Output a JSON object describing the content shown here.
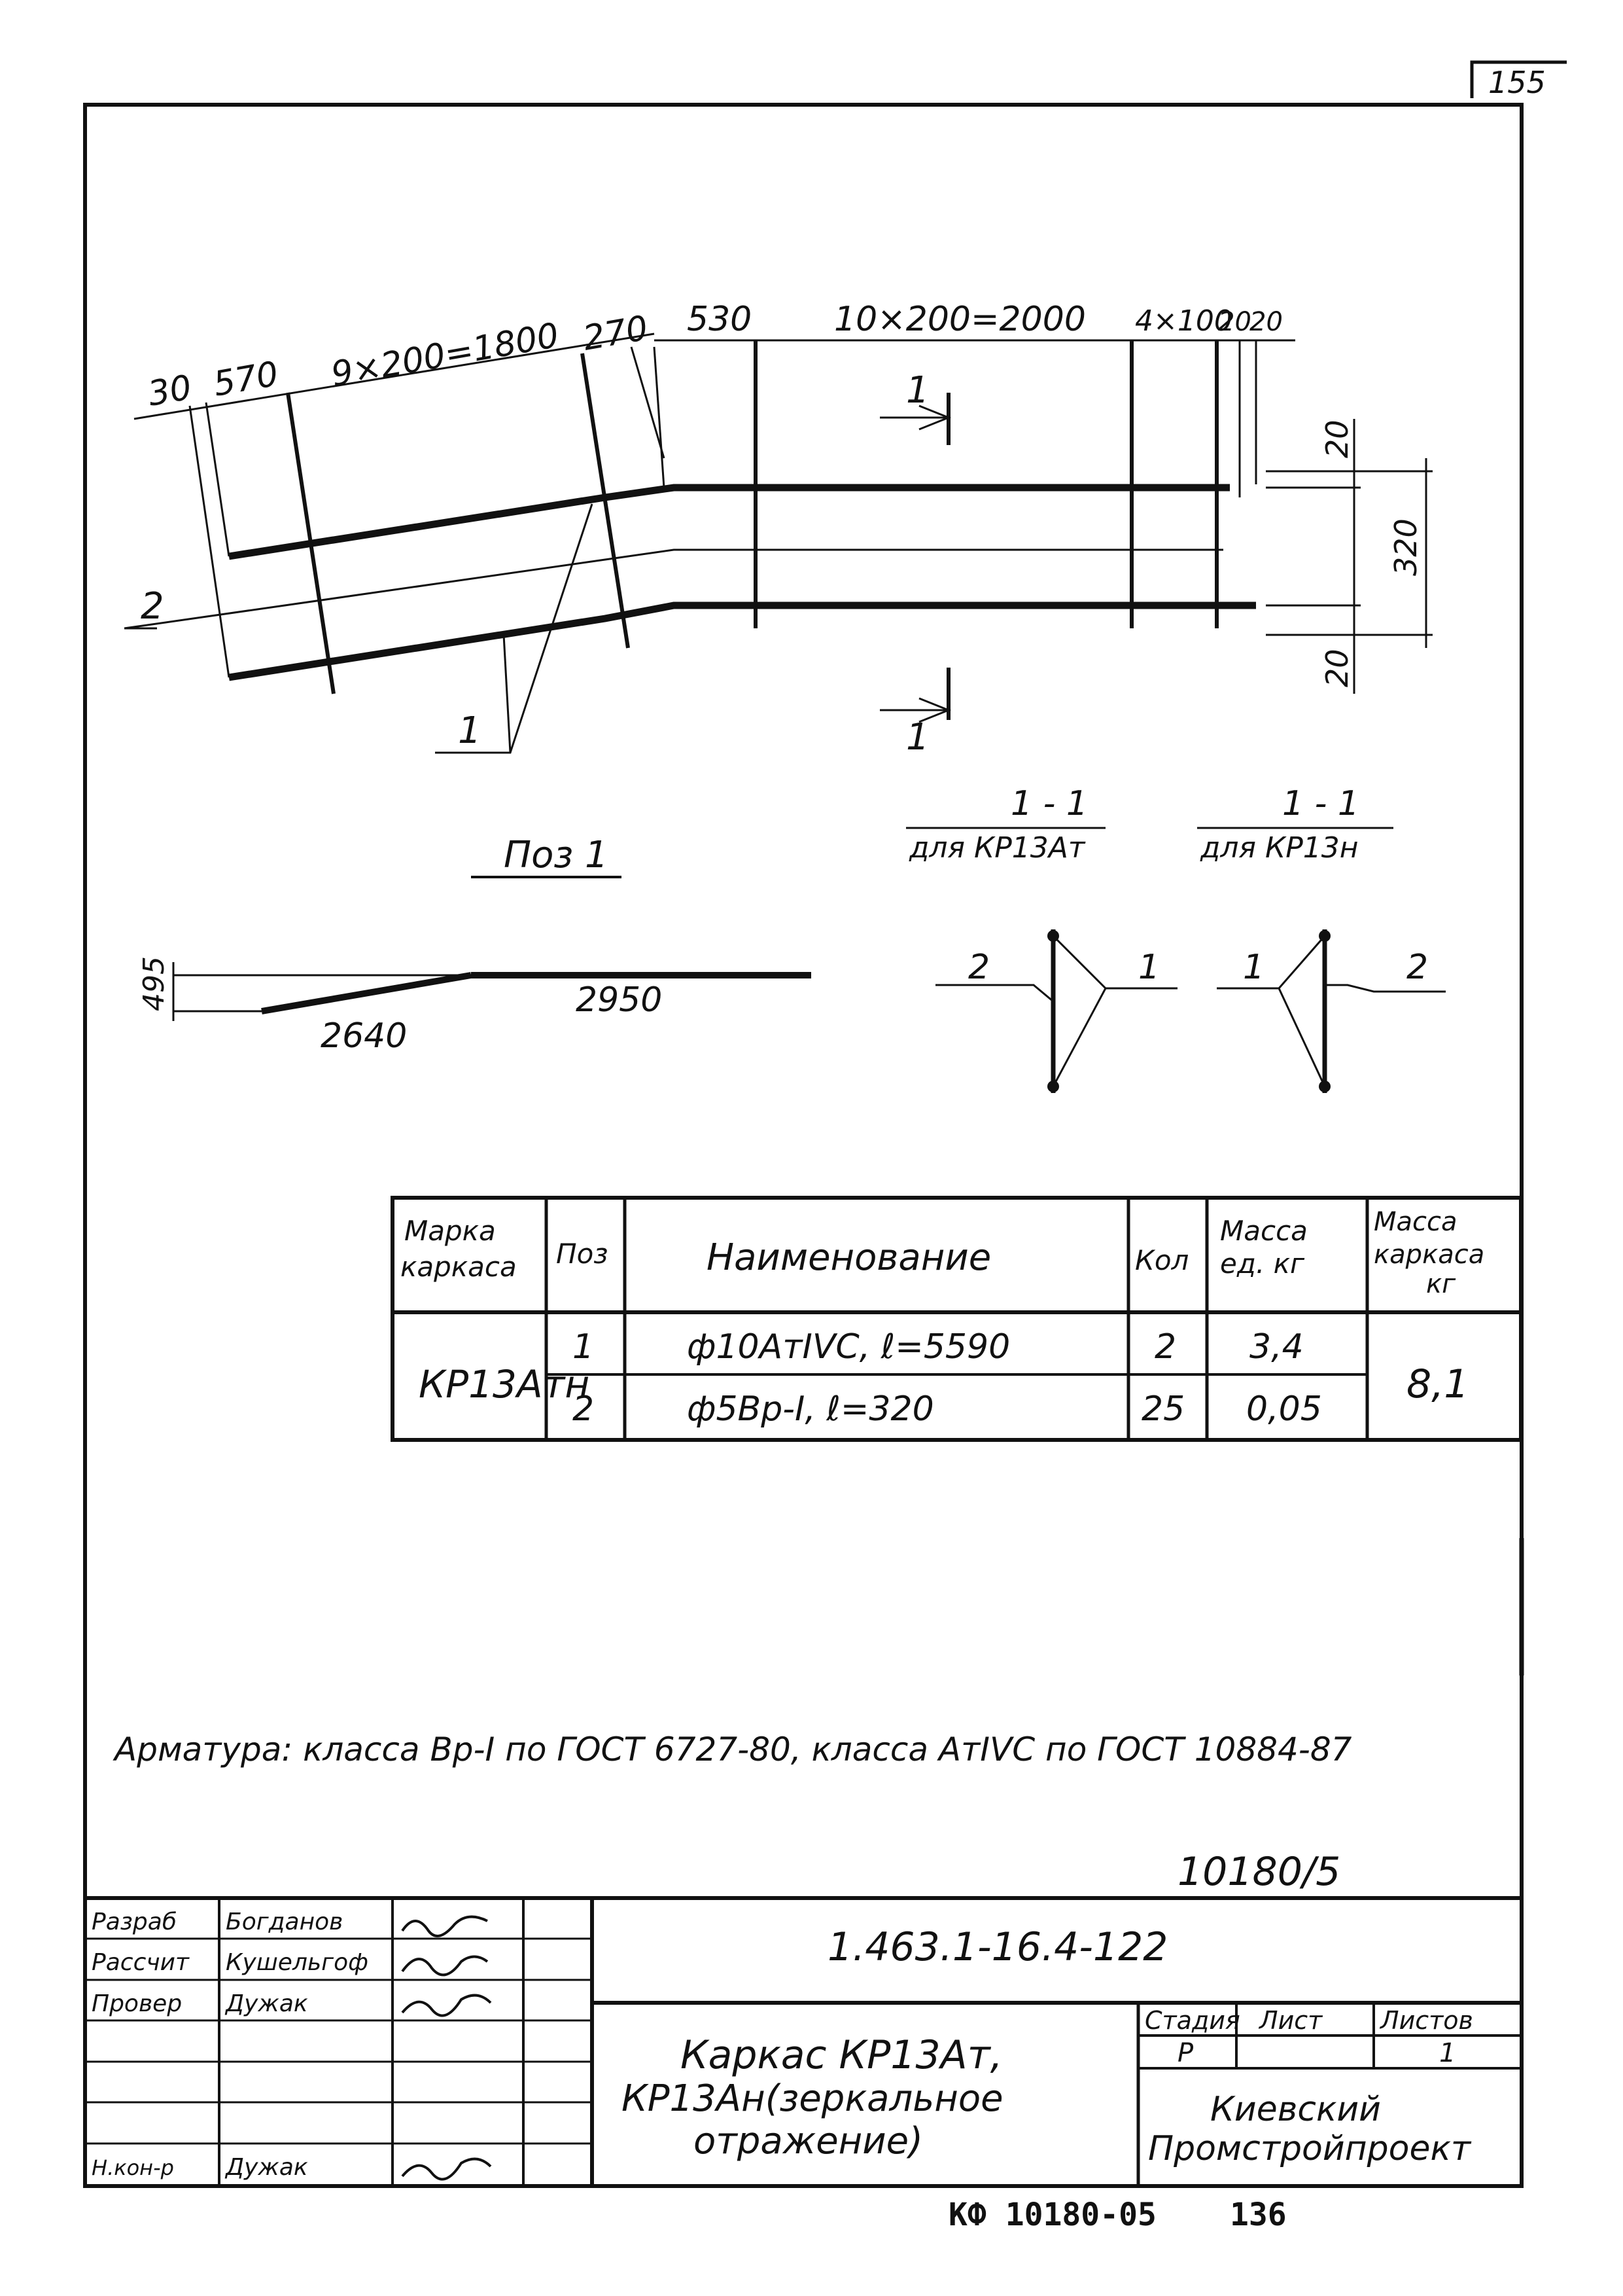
{
  "sheet_number": "155",
  "drawing": {
    "dims_top": [
      "30",
      "570",
      "9×200=1800",
      "270",
      "530",
      "10×200=2000",
      "4×100",
      "20",
      "20"
    ],
    "dim_right_top": "20",
    "dim_right_mid": "320",
    "dim_right_bot": "20",
    "pos_label_1": "1",
    "pos_label_2": "2",
    "section_mark_top": "1",
    "section_mark_bottom": "1"
  },
  "pos1": {
    "title": "Поз 1",
    "dim_height": "495",
    "dim_left": "2640",
    "dim_right": "2950"
  },
  "sections": [
    {
      "title": "1 - 1",
      "subtitle": "для КР13Ат",
      "left_label": "2",
      "right_label": "1"
    },
    {
      "title": "1 - 1",
      "subtitle": "для КР13н",
      "left_label": "1",
      "right_label": "2"
    }
  ],
  "spec_table": {
    "headers": [
      "Марка каркаса",
      "Поз",
      "Наименование",
      "Кол",
      "Масса ед. кг",
      "Масса каркаса кг"
    ],
    "frame_mark": "КР13Атн",
    "rows": [
      {
        "pos": "1",
        "name": "ф10АтIVС, ℓ=5590",
        "qty": "2",
        "mass": "3,4"
      },
      {
        "pos": "2",
        "name": "ф5Вр-I, ℓ=320",
        "qty": "25",
        "mass": "0,05"
      }
    ],
    "frame_mass": "8,1"
  },
  "note": "Арматура: класса Вр-I по ГОСТ 6727-80, класса АтIVС по ГОСТ 10884-87",
  "archive_number": "10180/5",
  "title_block": {
    "document_code": "1.463.1-16.4-122",
    "people": [
      {
        "role": "Разраб",
        "name": "Богданов"
      },
      {
        "role": "Рассчит",
        "name": "Кушельгоф"
      },
      {
        "role": "Провер",
        "name": "Дужак"
      },
      {
        "role": "",
        "name": ""
      },
      {
        "role": "",
        "name": ""
      },
      {
        "role": "",
        "name": ""
      },
      {
        "role": "Н.кон-р",
        "name": "Дужак"
      }
    ],
    "title_line1": "Каркас КР13Ат,",
    "title_line2": "КР13Ан(зеркальное",
    "title_line3": "отражение)",
    "stage_header": "Стадия",
    "sheet_header": "Лист",
    "sheets_header": "Листов",
    "stage": "Р",
    "sheet": "",
    "sheets": "1",
    "org_line1": "Киевский",
    "org_line2": "Промстройпроект"
  },
  "footer_code": "КФ 10180-05",
  "footer_page": "136"
}
